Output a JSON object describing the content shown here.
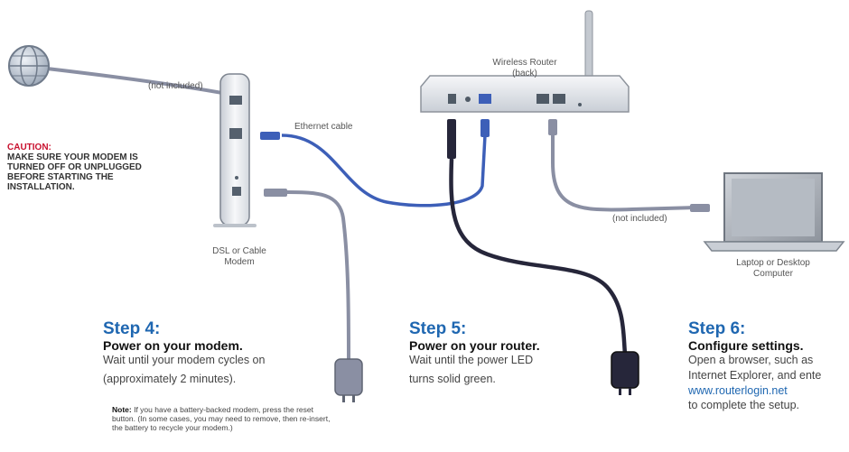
{
  "labels": {
    "not_included_top": "(not included)",
    "ethernet_cable": "Ethernet cable",
    "router_line1": "Wireless Router",
    "router_line2": "(back)",
    "modem_line1": "DSL or Cable",
    "modem_line2": "Modem",
    "not_included_bottom": "(not included)",
    "laptop_line1": "Laptop or Desktop",
    "laptop_line2": "Computer"
  },
  "caution": {
    "title": "CAUTION:",
    "body": "MAKE SURE YOUR MODEM IS TURNED OFF OR UNPLUGGED BEFORE STARTING THE INSTALLATION."
  },
  "steps": [
    {
      "number": "Step 4:",
      "heading": "Power on your modem.",
      "line1": "Wait until your modem cycles on",
      "line2": "(approximately 2 minutes)."
    },
    {
      "number": "Step 5:",
      "heading": "Power on your router.",
      "line1": "Wait until the power LED",
      "line2": "turns solid green."
    },
    {
      "number": "Step 6:",
      "heading": "Configure settings.",
      "line1": "Open a browser, such as",
      "line2": "Internet Explorer, and ente",
      "link": "www.routerlogin.net",
      "line3": "to complete the setup."
    }
  ],
  "note": {
    "label": "Note:",
    "text": " If you have a battery-backed modem, press the reset button. (In some cases, you may need to remove, then re-insert, the battery to recycle your modem.)"
  },
  "colors": {
    "step_blue": "#1f67b1",
    "caution_red": "#c8102e",
    "ethernet_blue": "#3d5fb8",
    "power_cable": "#2a2a38",
    "grey_cable": "#8a8fa3"
  }
}
